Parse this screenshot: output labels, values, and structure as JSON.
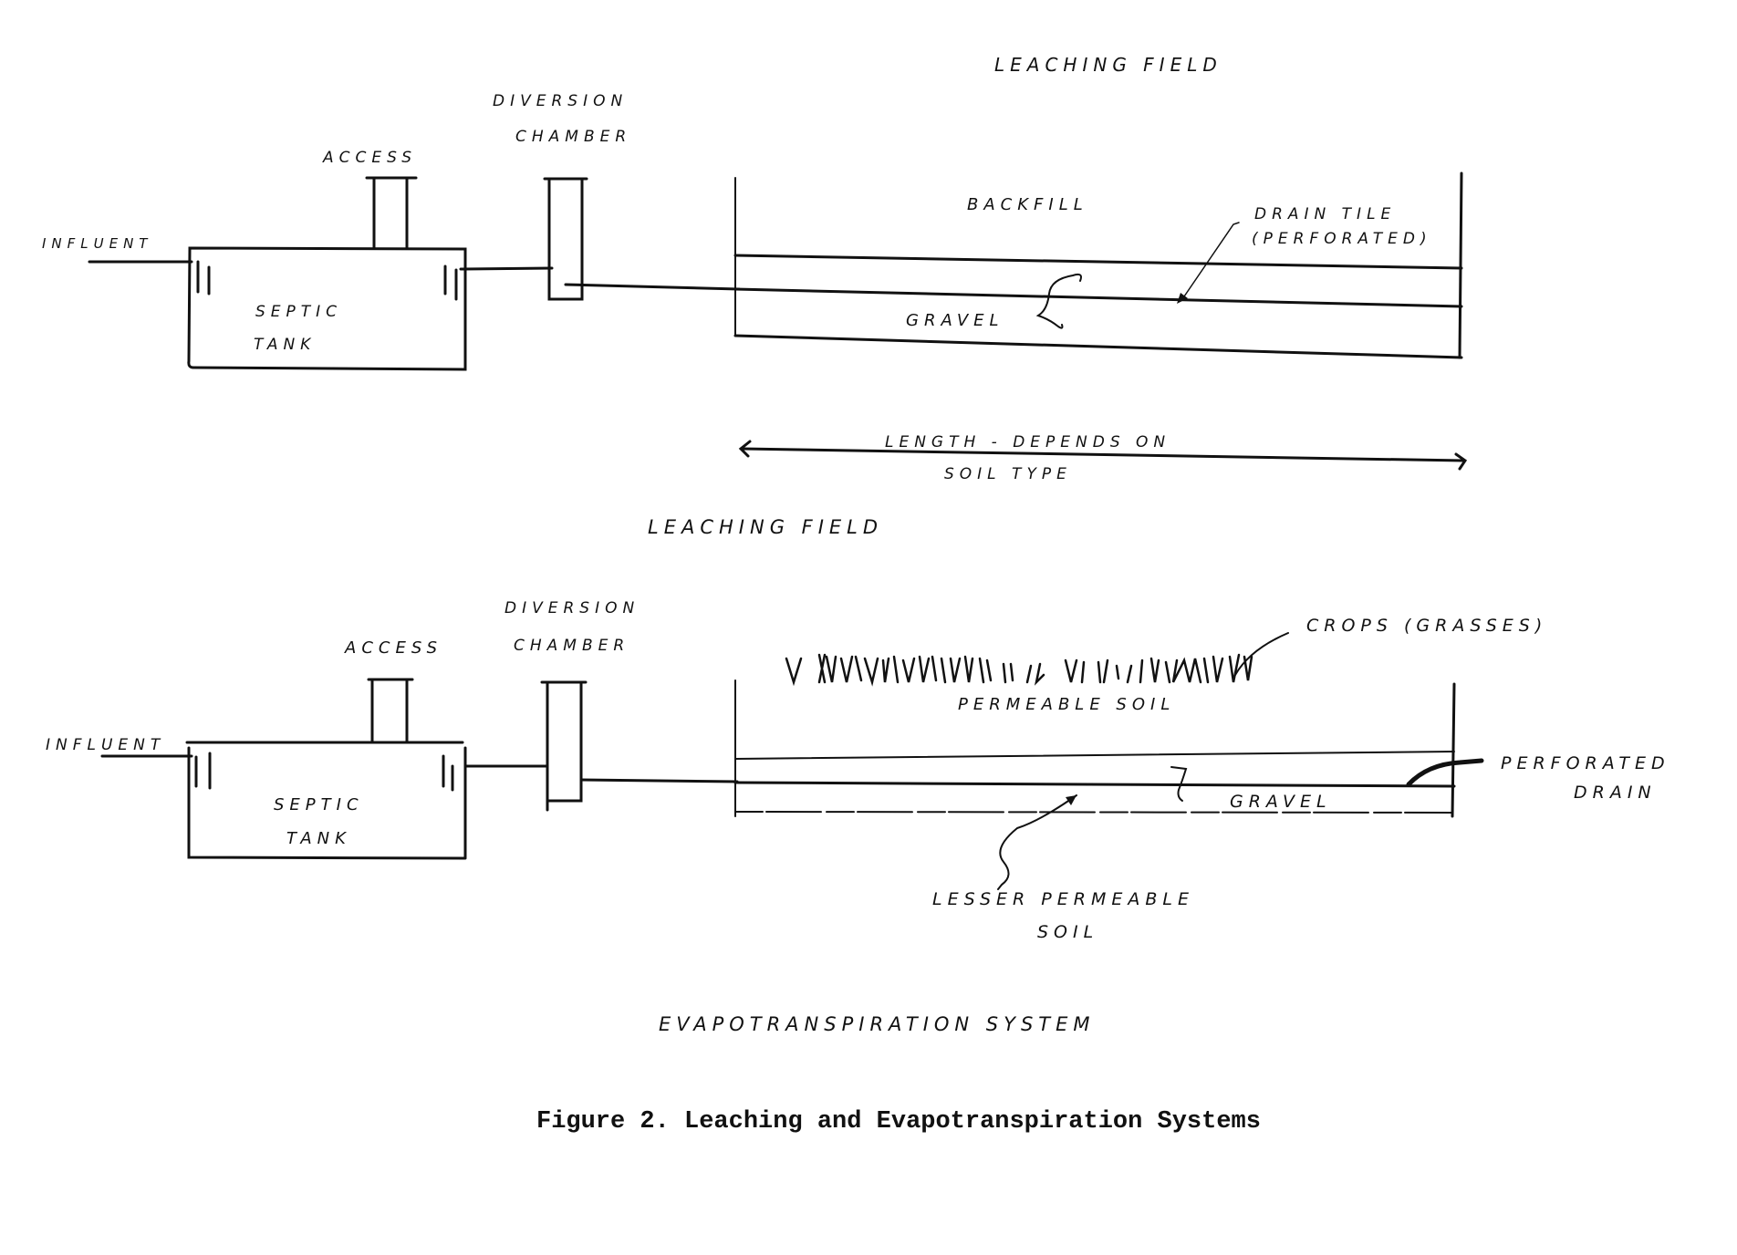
{
  "colors": {
    "ink": "#111111",
    "paper": "#ffffff"
  },
  "top_system": {
    "heading": "LEACHING  FIELD",
    "influent_label": "INFLUENT",
    "access_label": "ACCESS",
    "diversion_label_line1": "DIVERSION",
    "diversion_label_line2": "CHAMBER",
    "tank_label_line1": "SEPTIC",
    "tank_label_line2": "TANK",
    "backfill_label": "BACKFILL",
    "draintile_label_line1": "DRAIN TILE",
    "draintile_label_line2": "(PERFORATED)",
    "gravel_label": "GRAVEL",
    "length_label_line1": "LENGTH - DEPENDS ON",
    "length_label_line2": "SOIL  TYPE",
    "system_title": "LEACHING   FIELD"
  },
  "bottom_system": {
    "influent_label": "INFLUENT",
    "access_label": "ACCESS",
    "diversion_label_line1": "DIVERSION",
    "diversion_label_line2": "CHAMBER",
    "tank_label_line1": "SEPTIC",
    "tank_label_line2": "TANK",
    "crops_label": "CROPS (GRASSES)",
    "permeable_label": "PERMEABLE  SOIL",
    "gravel_label": "GRAVEL",
    "perforated_label_line1": "PERFORATED",
    "perforated_label_line2": "DRAIN",
    "lesser_label_line1": "LESSER  PERMEABLE",
    "lesser_label_line2": "SOIL",
    "system_title": "EVAPOTRANSPIRATION   SYSTEM"
  },
  "figure_caption": "Figure 2.  Leaching and Evapotranspiration Systems"
}
